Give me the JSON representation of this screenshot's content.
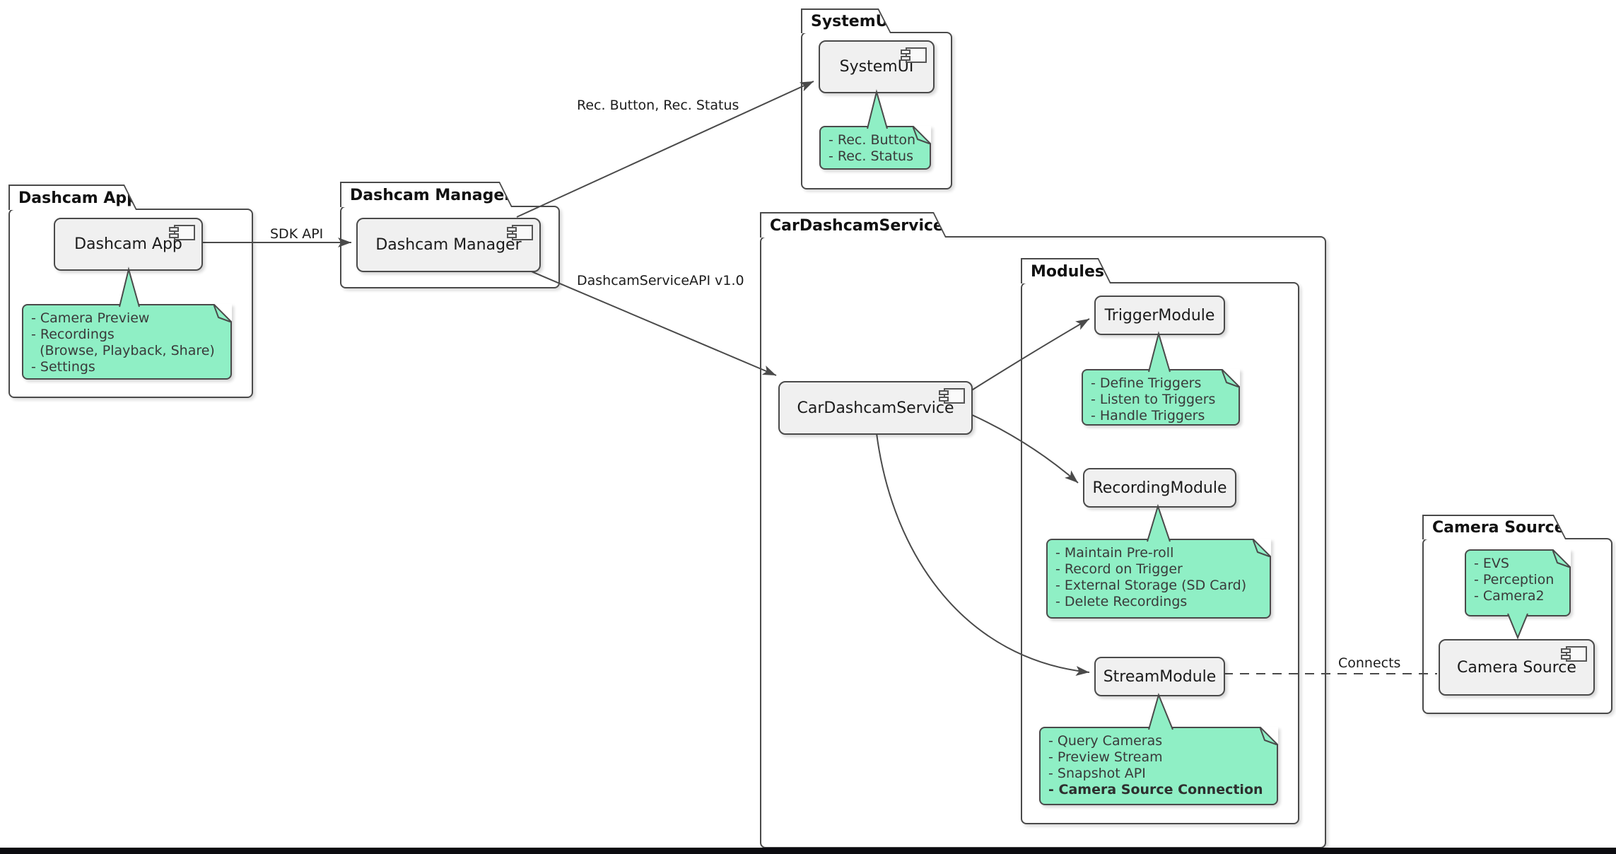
{
  "colors": {
    "note_fill": "#8FEFC5",
    "border": "#4A4A4A",
    "component_fill": "#F0F0F0",
    "bottom_bar": "#0B0B10"
  },
  "packages": {
    "dashcam_app": {
      "title": "Dashcam App"
    },
    "dashcam_manager": {
      "title": "Dashcam Manager"
    },
    "system_ui": {
      "title": "SystemUI"
    },
    "car_dashcam_service": {
      "title": "CarDashcamService"
    },
    "modules": {
      "title": "Modules"
    },
    "camera_source": {
      "title": "Camera Source"
    }
  },
  "components": {
    "dashcam_app": "Dashcam App",
    "dashcam_manager": "Dashcam Manager",
    "system_ui": "SystemUI",
    "car_dashcam_service": "CarDashcamService",
    "trigger_module": "TriggerModule",
    "recording_module": "RecordingModule",
    "stream_module": "StreamModule",
    "camera_source": "Camera Source"
  },
  "notes": {
    "dashcam_app": {
      "lines": [
        "- Camera Preview",
        "- Recordings",
        "  (Browse, Playback, Share)",
        "- Settings"
      ]
    },
    "system_ui": {
      "lines": [
        "- Rec. Button",
        "- Rec. Status"
      ]
    },
    "trigger_module": {
      "lines": [
        "- Define Triggers",
        "- Listen to Triggers",
        "- Handle Triggers"
      ]
    },
    "recording_module": {
      "lines": [
        "- Maintain Pre-roll",
        "- Record on Trigger",
        "- External Storage (SD Card)",
        "- Delete Recordings"
      ]
    },
    "stream_module": {
      "lines": [
        "- Query Cameras",
        "- Preview Stream",
        "- Snapshot API",
        "- Camera Source Connection"
      ]
    },
    "camera_source": {
      "lines": [
        "- EVS",
        "- Perception",
        "- Camera2"
      ]
    }
  },
  "edge_labels": {
    "sdk_api": "SDK API",
    "rec_button_status": "Rec. Button, Rec. Status",
    "dashcam_service_api": "DashcamServiceAPI v1.0",
    "connects": "Connects"
  }
}
